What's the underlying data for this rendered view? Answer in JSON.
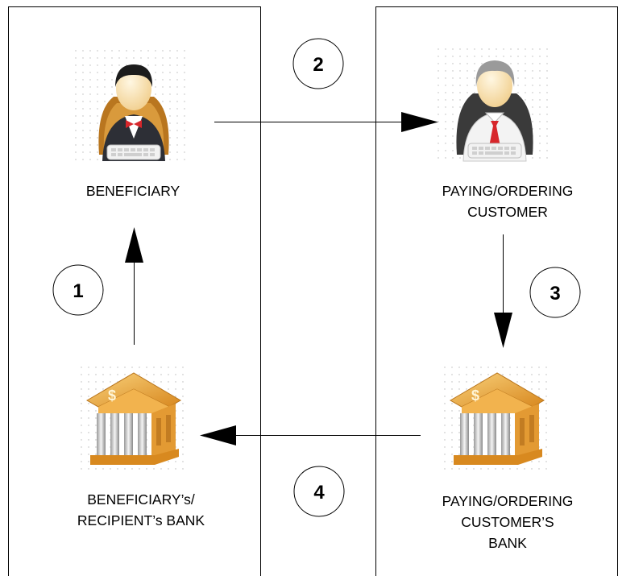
{
  "nodes": {
    "beneficiary": {
      "lines": [
        "BENEFICIARY"
      ],
      "icon": "businessman-at-desk-icon"
    },
    "paying_customer": {
      "lines": [
        "PAYING/ORDERING",
        "CUSTOMER"
      ],
      "icon": "businessman-red-tie-at-desk-icon"
    },
    "beneficiary_bank": {
      "lines": [
        "BENEFICIARY’s/",
        "RECIPIENT’s BANK"
      ],
      "icon": "bank-building-icon"
    },
    "paying_bank": {
      "lines": [
        "PAYING/ORDERING",
        "CUSTOMER’S",
        "BANK"
      ],
      "icon": "bank-building-icon"
    }
  },
  "steps": [
    "1",
    "2",
    "3",
    "4"
  ],
  "colors": {
    "line": "#000000",
    "bank_gold": "#e9a53a",
    "bank_light": "#f7c86a",
    "column": "#dcdcdc",
    "tie": "#d7262b",
    "chair": "#b9761f"
  }
}
